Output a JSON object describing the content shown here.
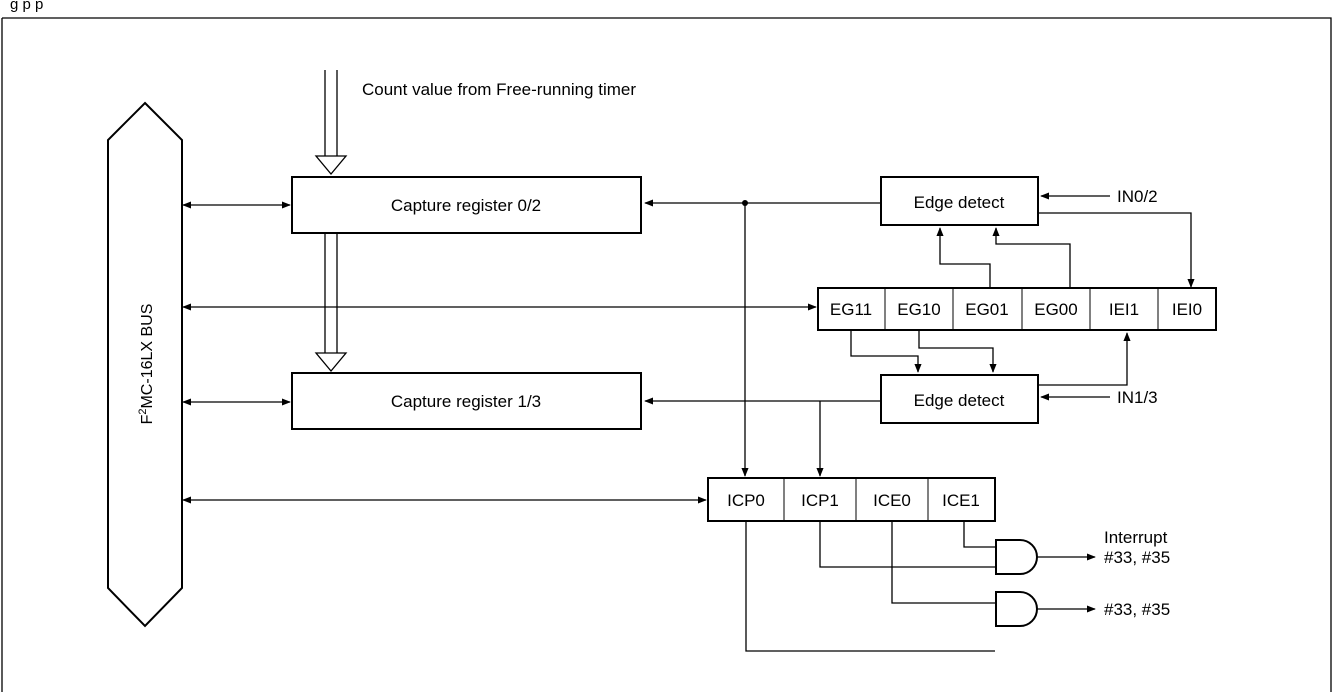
{
  "header": {
    "caption_fragment": "g              p   p"
  },
  "bus": {
    "label_prefix": "F",
    "label_sup": "2",
    "label_rest": "MC-16LX BUS"
  },
  "count_label": "Count value from Free-running timer",
  "capture_registers": [
    {
      "label": "Capture register 0/2"
    },
    {
      "label": "Capture register 1/3"
    }
  ],
  "edge_detect": [
    {
      "label": "Edge detect"
    },
    {
      "label": "Edge detect"
    }
  ],
  "inputs": [
    {
      "label": "IN0/2"
    },
    {
      "label": "IN1/3"
    }
  ],
  "control_register": {
    "cells": [
      "EG11",
      "EG10",
      "EG01",
      "EG00",
      "IEI1",
      "IEI0"
    ]
  },
  "status_register": {
    "cells": [
      "ICP0",
      "ICP1",
      "ICE0",
      "ICE1"
    ]
  },
  "outputs": [
    {
      "line1": "Interrupt",
      "line2": "#33, #35"
    },
    {
      "line1": "",
      "line2": "#33, #35"
    }
  ]
}
